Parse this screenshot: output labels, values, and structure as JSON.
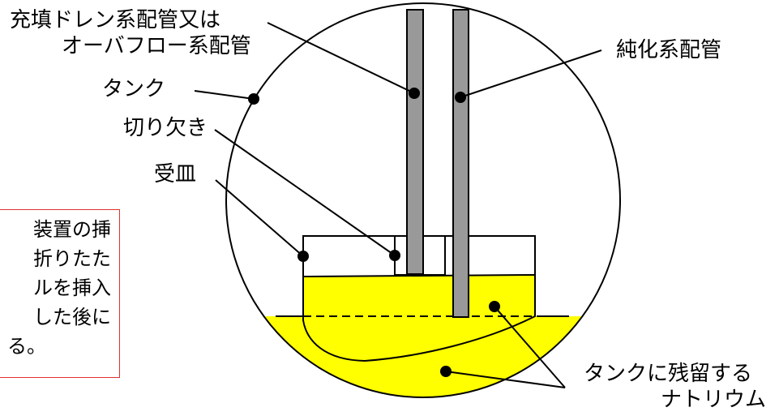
{
  "labels": {
    "fill_drain_line1": "充填ドレン系配管又は",
    "fill_drain_line2": "オーバフロー系配管",
    "purification": "純化系配管",
    "tank": "タンク",
    "notch": "切り欠き",
    "tray": "受皿",
    "residual_line1": "タンクに残留する",
    "residual_line2": "ナトリウム"
  },
  "note": {
    "lines": [
      "装置の挿",
      "折りたた",
      "ルを挿入",
      "した後に",
      "る。"
    ]
  },
  "colors": {
    "sodium": "#ffff00",
    "pipe": "#999999",
    "note_border": "#e03030",
    "line": "#000000"
  }
}
